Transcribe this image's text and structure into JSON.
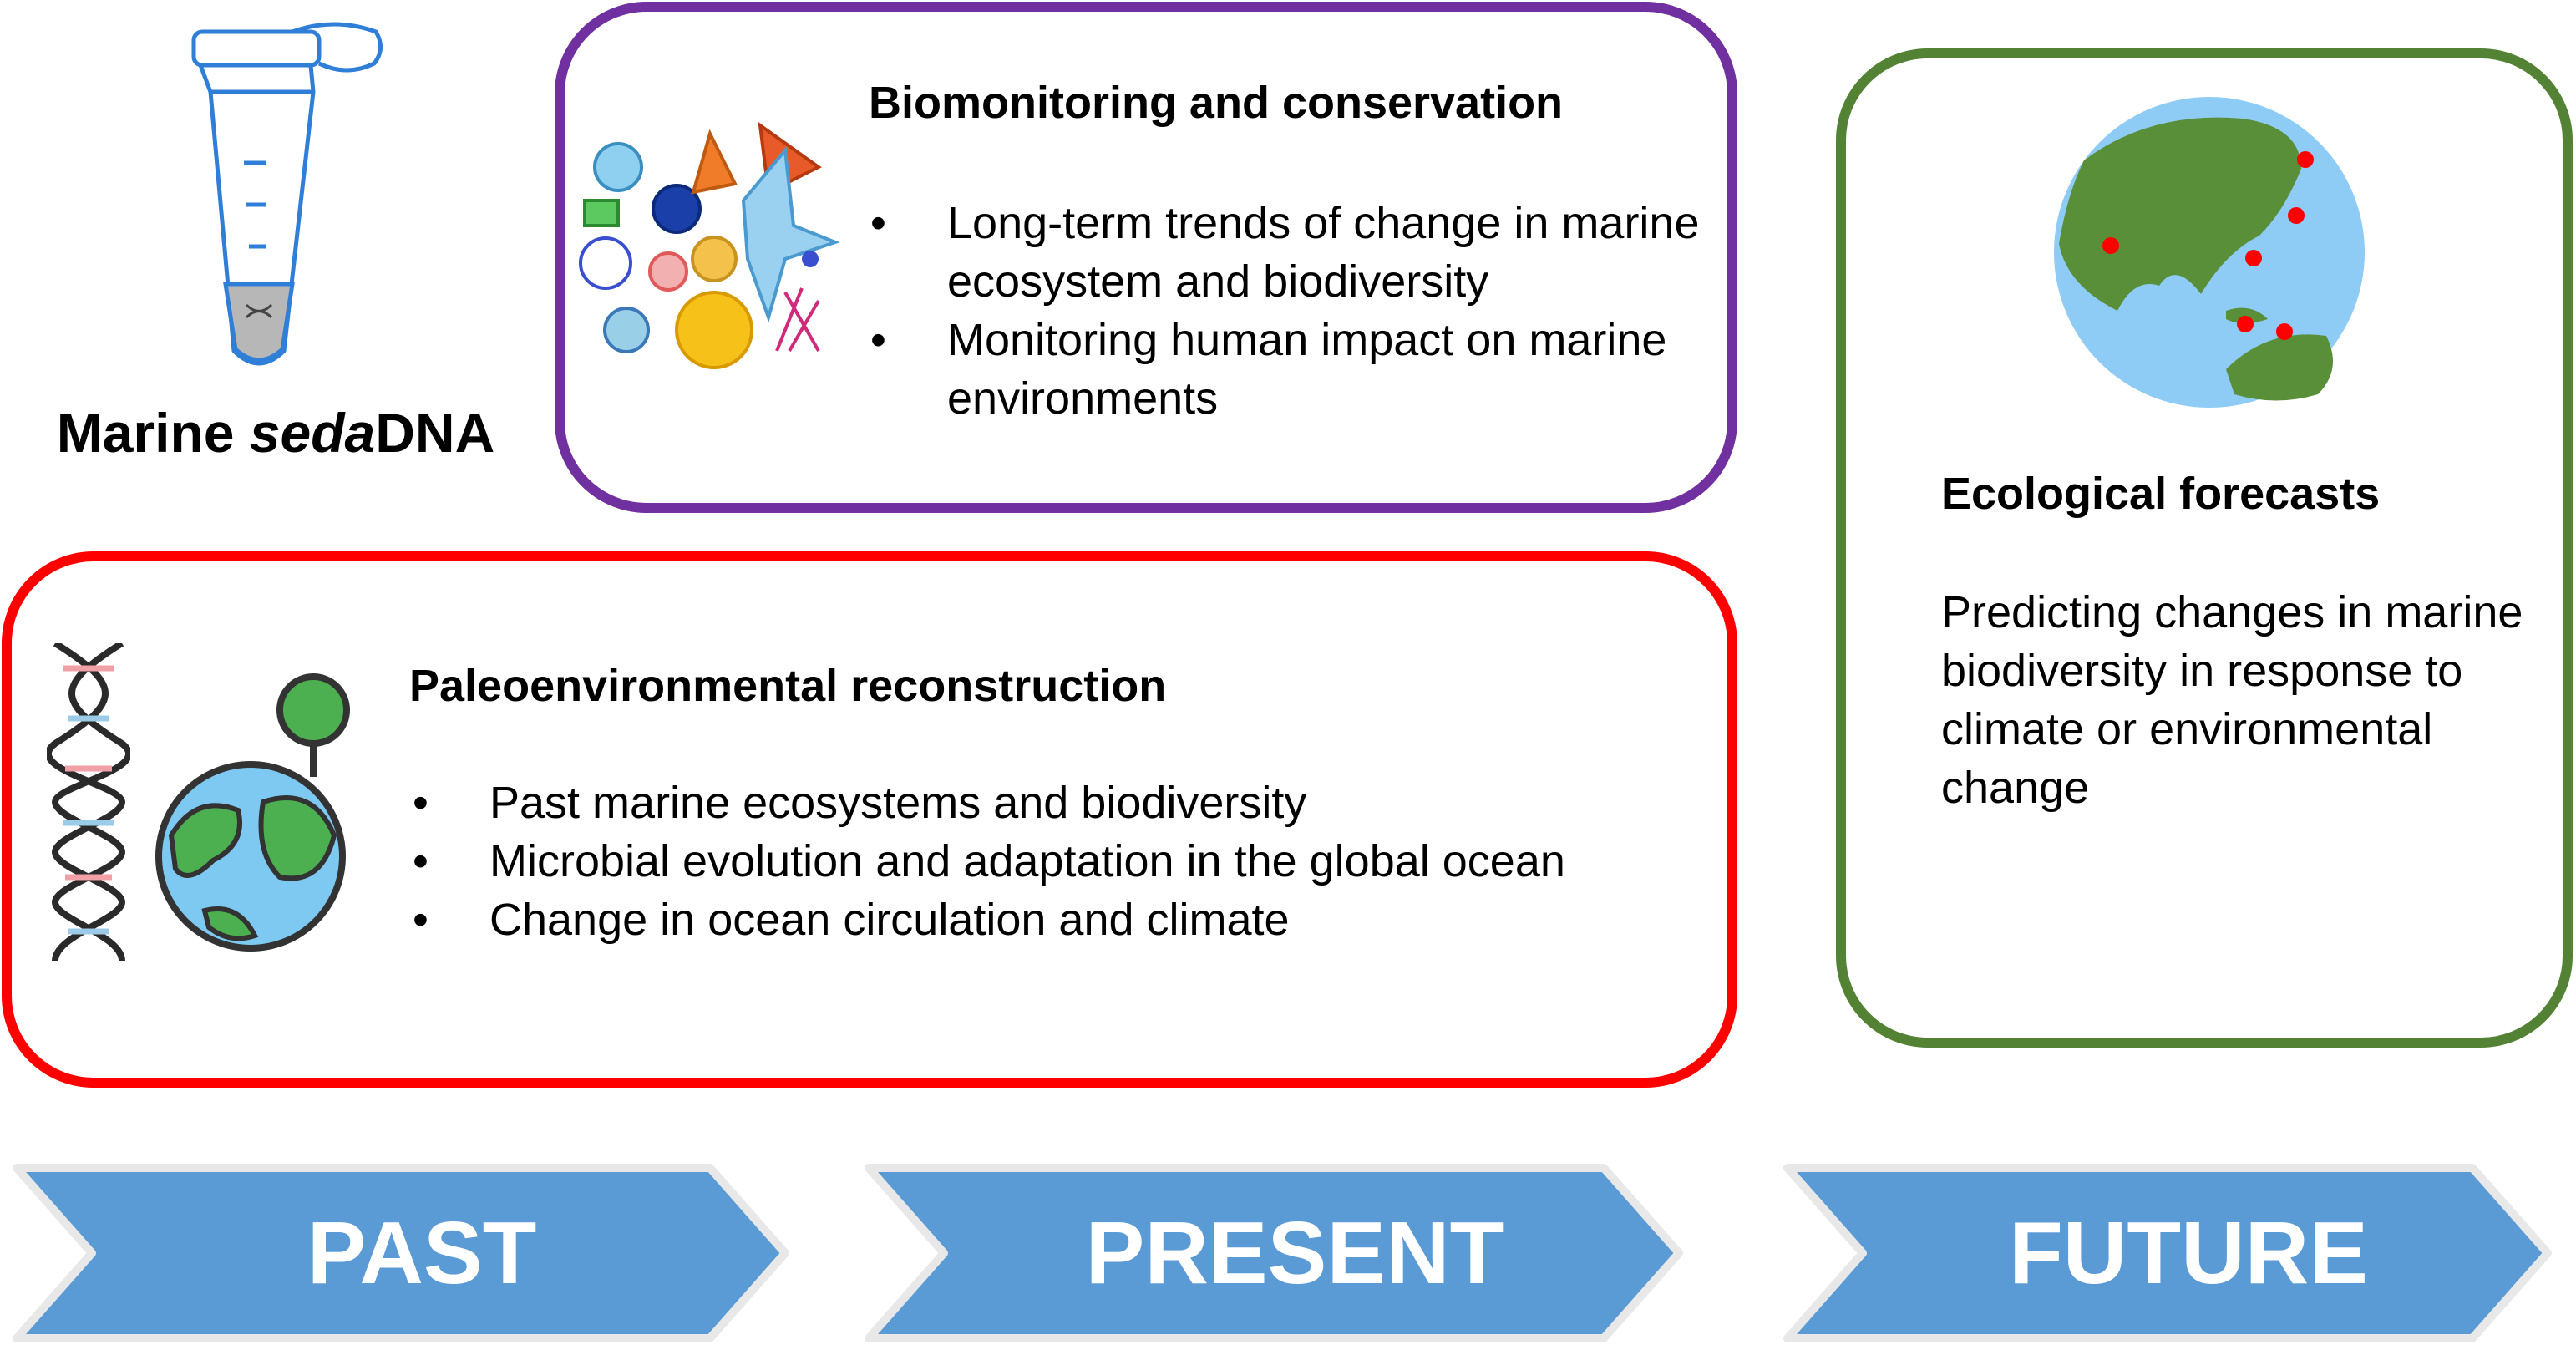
{
  "sample": {
    "label_plain": "Marine ",
    "label_italic": "seda",
    "label_end": "DNA"
  },
  "biomonitoring": {
    "title": "Biomonitoring and conservation",
    "bullets": [
      "Long-term trends of change in marine ecosystem and biodiversity",
      "Monitoring human impact on marine environments"
    ],
    "border_color": "#7030a0"
  },
  "paleo": {
    "title": "Paleoenvironmental reconstruction",
    "bullets": [
      "Past marine ecosystems and biodiversity",
      "Microbial evolution and adaptation in the global ocean",
      "Change in ocean circulation and climate"
    ],
    "border_color": "#ff0000"
  },
  "forecast": {
    "title": "Ecological forecasts",
    "text": "Predicting changes in marine biodiversity in response to climate or environmental change",
    "border_color": "#548235"
  },
  "timeline": {
    "arrow_color": "#5b9bd5",
    "steps": [
      "PAST",
      "PRESENT",
      "FUTURE"
    ]
  },
  "icons": [
    "tube-icon",
    "plankton-icon",
    "dna-icon",
    "earth-tree-icon",
    "globe-icon"
  ]
}
